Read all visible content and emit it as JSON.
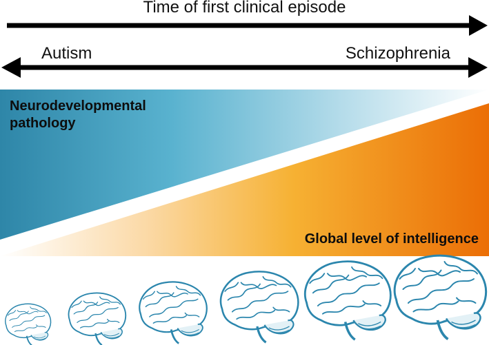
{
  "diagram": {
    "top_axis": {
      "label": "Time of first clinical episode"
    },
    "spectrum": {
      "left_label": "Autism",
      "right_label": "Schizophrenia"
    },
    "upper_wedge": {
      "label_lines": [
        "Neurodevelopmental",
        "pathology"
      ],
      "color": "#3b94b3"
    },
    "lower_wedge": {
      "label": "Global level of intelligence",
      "color": "#ec7a0a"
    },
    "brains": {
      "count": 6,
      "color": "#2b86ad"
    }
  }
}
